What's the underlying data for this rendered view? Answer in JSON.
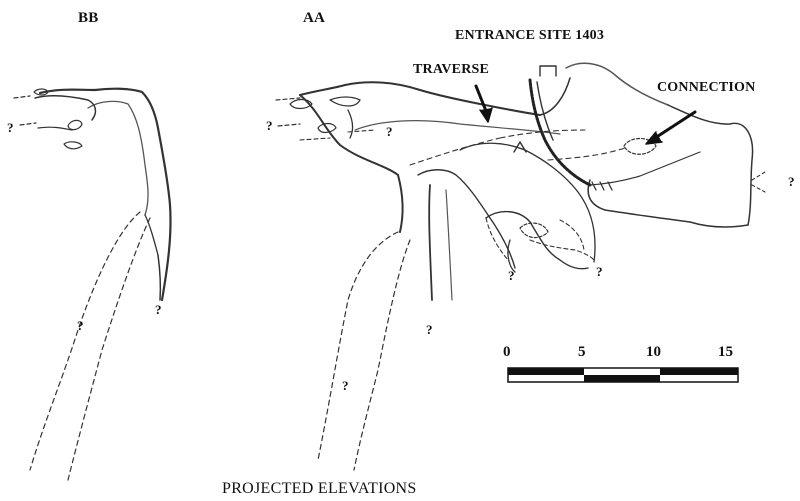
{
  "sections": {
    "bb": "BB",
    "aa": "AA"
  },
  "labels": {
    "entrance": "ENTRANCE SITE 1403",
    "traverse": "TRAVERSE",
    "connection": "CONNECTION"
  },
  "unknown_marker": "?",
  "scale": {
    "ticks": [
      "0",
      "5",
      "10",
      "15"
    ]
  },
  "caption": "PROJECTED ELEVATIONS"
}
